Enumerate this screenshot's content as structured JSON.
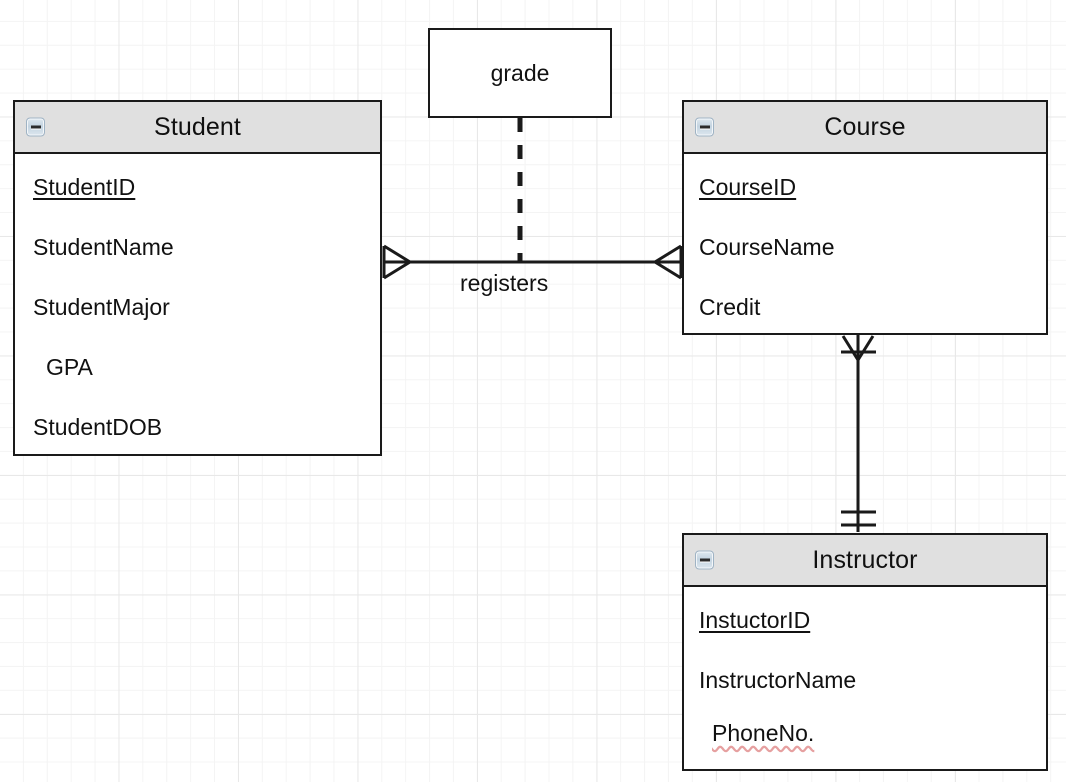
{
  "diagram": {
    "type": "entity-relationship-diagram",
    "background": "#ffffff",
    "grid_color": "#e8e8e8",
    "line_color": "#1a1a1a",
    "header_fill": "#e0e0e0"
  },
  "entities": [
    {
      "id": "student",
      "title": "Student",
      "collapse_icon": "minus-box-icon",
      "attributes": [
        {
          "label": "StudentID",
          "primary_key": true,
          "indented": false
        },
        {
          "label": "StudentName",
          "primary_key": false,
          "indented": false
        },
        {
          "label": "StudentMajor",
          "primary_key": false,
          "indented": false
        },
        {
          "label": "GPA",
          "primary_key": false,
          "indented": true
        },
        {
          "label": "StudentDOB",
          "primary_key": false,
          "indented": false
        }
      ]
    },
    {
      "id": "course",
      "title": "Course",
      "collapse_icon": "minus-box-icon",
      "attributes": [
        {
          "label": "CourseID",
          "primary_key": true,
          "indented": false
        },
        {
          "label": "CourseName",
          "primary_key": false,
          "indented": false
        },
        {
          "label": "Credit",
          "primary_key": false,
          "indented": false
        }
      ]
    },
    {
      "id": "instructor",
      "title": "Instructor",
      "collapse_icon": "minus-box-icon",
      "attributes": [
        {
          "label": "InstuctorID",
          "primary_key": true,
          "indented": false
        },
        {
          "label": "InstructorName",
          "primary_key": false,
          "indented": false
        },
        {
          "label": "PhoneNo.",
          "primary_key": false,
          "indented": true
        }
      ]
    }
  ],
  "relationship_boxes": [
    {
      "id": "grade",
      "label": "grade"
    }
  ],
  "edges": [
    {
      "id": "registers",
      "label": "registers",
      "from": "student",
      "to": "course",
      "from_cardinality": "many",
      "to_cardinality": "many",
      "style": "solid"
    },
    {
      "id": "grade-attachment",
      "label": "",
      "from": "grade",
      "to": "registers",
      "style": "dashed"
    },
    {
      "id": "teaches",
      "label": "",
      "from": "course",
      "to": "instructor",
      "from_cardinality": "many",
      "to_cardinality": "one",
      "style": "solid"
    }
  ]
}
